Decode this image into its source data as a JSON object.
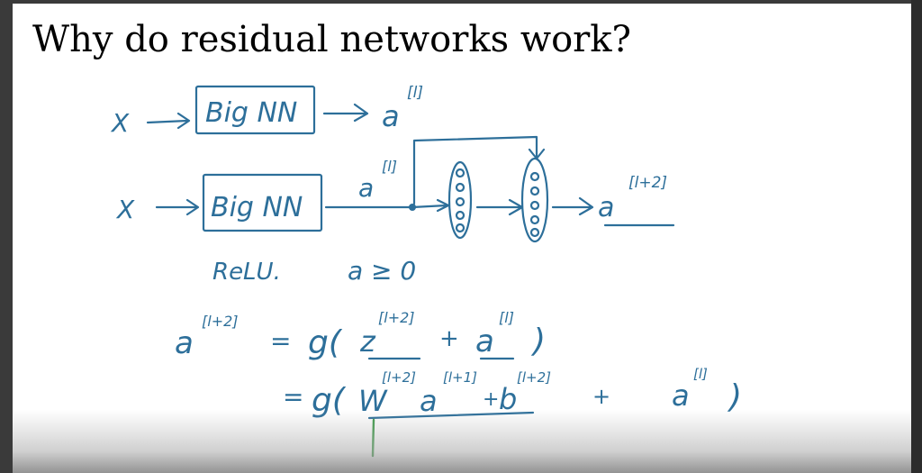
{
  "slide": {
    "title": "Why do residual networks work?"
  },
  "colors": {
    "ink": "#2d6f9a",
    "title": "#000000",
    "cursor": "#3f9b4a",
    "background": "#ffffff"
  },
  "diagram": {
    "row1": {
      "input": "X",
      "box_label": "Big NN",
      "output": "a",
      "output_superscript": "[l]"
    },
    "row2": {
      "input": "X",
      "box_label": "Big NN",
      "skip_label": "a",
      "skip_superscript": "[l]",
      "output": "a",
      "output_superscript": "[l+2]"
    },
    "note_activation": "ReLU.",
    "note_condition": "a ≥ 0"
  },
  "equations": {
    "line1": {
      "lhs": "a",
      "lhs_sup": "[l+2]",
      "eq": "=",
      "g": "g(",
      "z": "z",
      "z_sup": "[l+2]",
      "plus": "+",
      "a": "a",
      "a_sup": "[l]",
      "close": ")"
    },
    "line2": {
      "eq": "=",
      "g": "g(",
      "w": "W",
      "w_sup": "[l+2]",
      "a": "a",
      "a_sup": "[l+1]",
      "plus1": "+",
      "b": "b",
      "b_sup": "[l+2]",
      "plus2": "+",
      "a2": "a",
      "a2_sup": "[l]",
      "close": ")"
    }
  },
  "icons": {
    "cursor": "pen-cursor-icon"
  }
}
